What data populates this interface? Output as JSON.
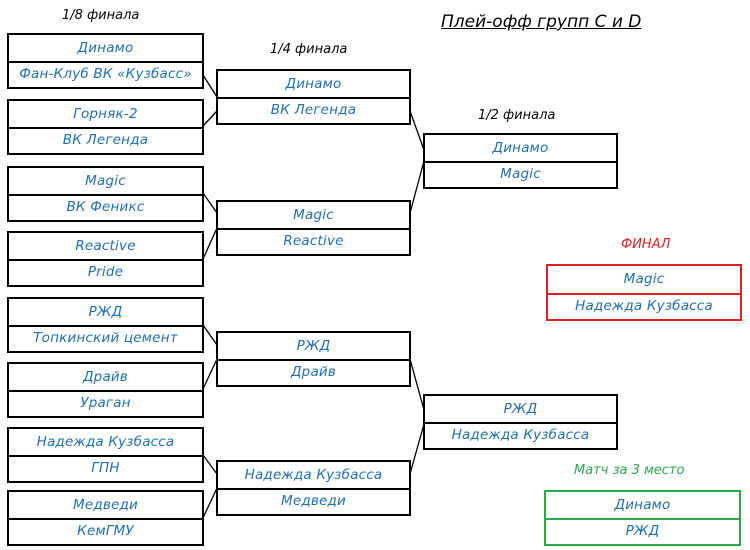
{
  "header": {
    "title": "Плей-офф групп C и D"
  },
  "rounds": {
    "r16": "1/8 финала",
    "qf": "1/4 финала",
    "sf": "1/2 финала",
    "final": "ФИНАЛ",
    "third": "Матч за 3 место"
  },
  "r16": [
    {
      "team1": "Динамо",
      "team2": "Фан-Клуб ВК «Кузбасс»"
    },
    {
      "team1": "Горняк-2",
      "team2": "ВК Легенда"
    },
    {
      "team1": "Magic",
      "team2": "ВК Феникс"
    },
    {
      "team1": "Reactive",
      "team2": "Pride"
    },
    {
      "team1": "РЖД",
      "team2": "Топкинский цемент"
    },
    {
      "team1": "Драйв",
      "team2": "Ураган"
    },
    {
      "team1": "Надежда Кузбасса",
      "team2": "ГПН"
    },
    {
      "team1": "Медведи",
      "team2": "КемГМУ"
    }
  ],
  "qf": [
    {
      "team1": "Динамо",
      "team2": "ВК Легенда"
    },
    {
      "team1": "Magic",
      "team2": "Reactive"
    },
    {
      "team1": "РЖД",
      "team2": "Драйв"
    },
    {
      "team1": "Надежда Кузбасса",
      "team2": "Медведи"
    }
  ],
  "sf": [
    {
      "team1": "Динамо",
      "team2": "Magic"
    },
    {
      "team1": "РЖД",
      "team2": "Надежда Кузбасса"
    }
  ],
  "final": {
    "team1": "Magic",
    "team2": "Надежда Кузбасса"
  },
  "third_place": {
    "team1": "Динамо",
    "team2": "РЖД"
  },
  "colors": {
    "team_text": "#1f6fb5",
    "final": "#e02020",
    "third_place": "#2aa84a"
  }
}
